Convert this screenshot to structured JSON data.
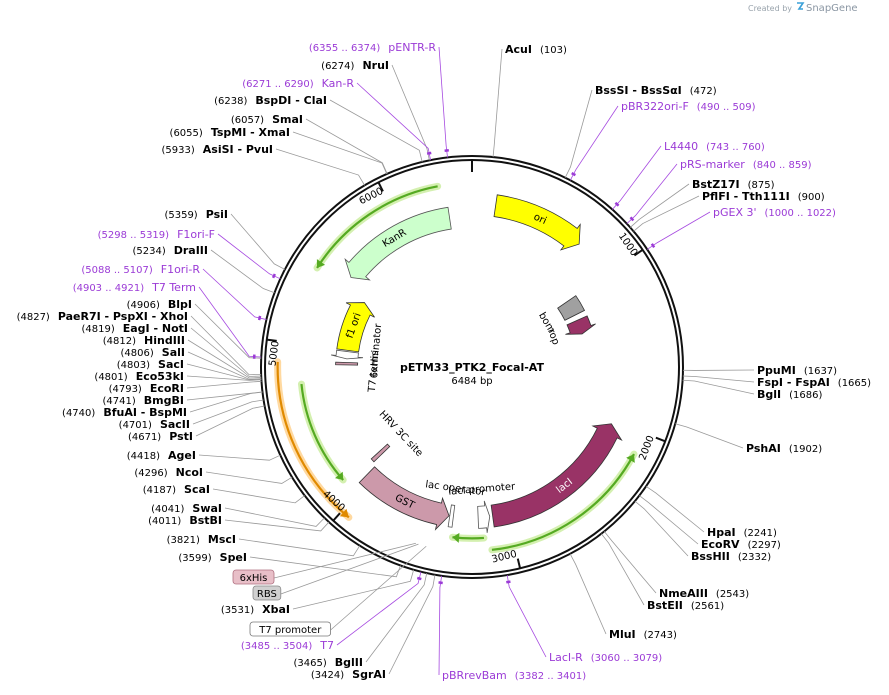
{
  "header": {
    "created_by": "Created by",
    "logo_text": "SnapGene"
  },
  "plasmid": {
    "name": "pETM33_PTK2_Focal-AT",
    "size_label": "6484 bp",
    "length": 6484
  },
  "ticks": [
    {
      "label": "1000",
      "pos": 1000
    },
    {
      "label": "2000",
      "pos": 2000
    },
    {
      "label": "3000",
      "pos": 3000
    },
    {
      "label": "4000",
      "pos": 4000
    },
    {
      "label": "5000",
      "pos": 5000
    },
    {
      "label": "6000",
      "pos": 6000
    }
  ],
  "features": [
    {
      "name": "ori",
      "color": "#ffff00",
      "text_color": "#000000",
      "start": 150,
      "end": 740,
      "ring": 0.78,
      "dir": 1,
      "outlined": false
    },
    {
      "name": "bom",
      "color": "#a0a0a0",
      "text_color": "#000000",
      "start": 1000,
      "end": 1140,
      "ring": 0.55,
      "dir": 0,
      "outlined": false
    },
    {
      "name": "rop",
      "color": "#993366",
      "text_color": "#000000",
      "start": 1190,
      "end": 1320,
      "ring": 0.55,
      "dir": 1,
      "outlined": false
    },
    {
      "name": "lacI",
      "color": "#993366",
      "text_color": "#ffffff",
      "start": 2020,
      "end": 3100,
      "ring": 0.72,
      "dir": -1,
      "outlined": false
    },
    {
      "name": "lacI promoter",
      "color": "#ffffff",
      "text_color": "#000000",
      "start": 3120,
      "end": 3200,
      "ring": 0.72,
      "dir": -1,
      "outlined": true
    },
    {
      "name": "lac operator",
      "color": "#ffffff",
      "text_color": "#000000",
      "start": 3370,
      "end": 3395,
      "ring": 0.72,
      "dir": 0,
      "outlined": true
    },
    {
      "name": "GST",
      "color": "#cc99aa",
      "text_color": "#000000",
      "start": 3400,
      "end": 4040,
      "ring": 0.72,
      "dir": -1,
      "outlined": false
    },
    {
      "name": "HRV 3C site",
      "color": "#cc99aa",
      "text_color": "#000000",
      "start": 4070,
      "end": 4100,
      "ring": 0.6,
      "dir": 0,
      "outlined": false
    },
    {
      "name": "6xHis",
      "color": "#cc99aa",
      "text_color": "#000000",
      "start": 4880,
      "end": 4900,
      "ring": 0.6,
      "dir": 0,
      "outlined": false
    },
    {
      "name": "T7 terminator",
      "color": "#ffffff",
      "text_color": "#000000",
      "start": 4930,
      "end": 4990,
      "ring": 0.6,
      "dir": -1,
      "outlined": true
    },
    {
      "name": "f1 ori",
      "color": "#ffff00",
      "text_color": "#000000",
      "start": 5000,
      "end": 5420,
      "ring": 0.6,
      "dir": 1,
      "outlined": false
    },
    {
      "name": "KanR",
      "color": "#ccffcc",
      "text_color": "#000000",
      "start": 5520,
      "end": 6330,
      "ring": 0.72,
      "dir": -1,
      "outlined": true
    }
  ],
  "orfs": [
    {
      "start": 5450,
      "end": 6290,
      "ring": 0.88,
      "dir": -1,
      "color": "#55aa22"
    },
    {
      "start": 2130,
      "end": 3130,
      "ring": 0.88,
      "dir": -1,
      "color": "#55aa22"
    },
    {
      "start": 3170,
      "end": 3360,
      "ring": 0.82,
      "dir": 1,
      "color": "#55aa22"
    },
    {
      "start": 4120,
      "end": 4760,
      "ring": 0.82,
      "dir": -1,
      "color": "#55aa22"
    },
    {
      "start": 3950,
      "end": 4890,
      "ring": 0.93,
      "dir": -1,
      "color": "#e08a00"
    }
  ],
  "enzymes_right": [
    {
      "name": "AcuI",
      "pos": "(103)",
      "site": 103
    },
    {
      "name": "BssSI  -  BssSαI",
      "pos": "(472)",
      "site": 472
    },
    {
      "name": "BstZ17I",
      "pos": "(875)",
      "site": 875
    },
    {
      "name": "PflFI  -  Tth111I",
      "pos": "(900)",
      "site": 900
    },
    {
      "name": "PpuMI",
      "pos": "(1637)",
      "site": 1637
    },
    {
      "name": "FspI  -  FspAI",
      "pos": "(1665)",
      "site": 1665
    },
    {
      "name": "BglI",
      "pos": "(1686)",
      "site": 1686
    },
    {
      "name": "PshAI",
      "pos": "(1902)",
      "site": 1902
    },
    {
      "name": "HpaI",
      "pos": "(2241)",
      "site": 2241
    },
    {
      "name": "EcoRV",
      "pos": "(2297)",
      "site": 2297
    },
    {
      "name": "BssHII",
      "pos": "(2332)",
      "site": 2332
    },
    {
      "name": "NmeAIII",
      "pos": "(2543)",
      "site": 2543
    },
    {
      "name": "BstEII",
      "pos": "(2561)",
      "site": 2561
    },
    {
      "name": "MluI",
      "pos": "(2743)",
      "site": 2743
    }
  ],
  "enzymes_left": [
    {
      "name": "NruI",
      "pos": "(6274)",
      "site": 6274
    },
    {
      "name": "BspDI  -  ClaI",
      "pos": "(6238)",
      "site": 6238
    },
    {
      "name": "SmaI",
      "pos": "(6057)",
      "site": 6057
    },
    {
      "name": "TspMI  -  XmaI",
      "pos": "(6055)",
      "site": 6055
    },
    {
      "name": "AsiSI  -  PvuI",
      "pos": "(5933)",
      "site": 5933
    },
    {
      "name": "PsiI",
      "pos": "(5359)",
      "site": 5359
    },
    {
      "name": "DraIII",
      "pos": "(5234)",
      "site": 5234
    },
    {
      "name": "BlpI",
      "pos": "(4906)",
      "site": 4906
    },
    {
      "name": "PaeR7I  -  PspXI  -  XhoI",
      "pos": "(4827)",
      "site": 4827
    },
    {
      "name": "EagI  -  NotI",
      "pos": "(4819)",
      "site": 4819
    },
    {
      "name": "HindIII",
      "pos": "(4812)",
      "site": 4812
    },
    {
      "name": "SalI",
      "pos": "(4806)",
      "site": 4806
    },
    {
      "name": "SacI",
      "pos": "(4803)",
      "site": 4803
    },
    {
      "name": "Eco53kI",
      "pos": "(4801)",
      "site": 4801
    },
    {
      "name": "EcoRI",
      "pos": "(4793)",
      "site": 4793
    },
    {
      "name": "BmgBI",
      "pos": "(4741)",
      "site": 4741
    },
    {
      "name": "BfuAI  -  BspMI",
      "pos": "(4740)",
      "site": 4740
    },
    {
      "name": "SacII",
      "pos": "(4701)",
      "site": 4701
    },
    {
      "name": "PstI",
      "pos": "(4671)",
      "site": 4671
    },
    {
      "name": "AgeI",
      "pos": "(4418)",
      "site": 4418
    },
    {
      "name": "NcoI",
      "pos": "(4296)",
      "site": 4296
    },
    {
      "name": "ScaI",
      "pos": "(4187)",
      "site": 4187
    },
    {
      "name": "SwaI",
      "pos": "(4041)",
      "site": 4041
    },
    {
      "name": "BstBI",
      "pos": "(4011)",
      "site": 4011
    },
    {
      "name": "MscI",
      "pos": "(3821)",
      "site": 3821
    },
    {
      "name": "SpeI",
      "pos": "(3599)",
      "site": 3599
    },
    {
      "name": "XbaI",
      "pos": "(3531)",
      "site": 3531
    },
    {
      "name": "BglII",
      "pos": "(3465)",
      "site": 3465
    },
    {
      "name": "SgrAI",
      "pos": "(3424)",
      "site": 3424
    }
  ],
  "primers_right": [
    {
      "name": "pBR322ori-F",
      "pos": "(490 .. 509)",
      "site": 500
    },
    {
      "name": "L4440",
      "pos": "(743 .. 760)",
      "site": 751
    },
    {
      "name": "pRS-marker",
      "pos": "(840 .. 859)",
      "site": 850
    },
    {
      "name": "pGEX 3'",
      "pos": "(1000 .. 1022)",
      "site": 1011
    }
  ],
  "primers_left": [
    {
      "name": "pENTR-R",
      "pos": "(6355 .. 6374)",
      "site": 6364
    },
    {
      "name": "Kan-R",
      "pos": "(6271 .. 6290)",
      "site": 6280
    },
    {
      "name": "F1ori-F",
      "pos": "(5298 .. 5319)",
      "site": 5308
    },
    {
      "name": "F1ori-R",
      "pos": "(5088 .. 5107)",
      "site": 5097
    },
    {
      "name": "T7 Term",
      "pos": "(4903 .. 4921)",
      "site": 4912
    },
    {
      "name": "T7",
      "pos": "(3485 .. 3504)",
      "site": 3494
    }
  ],
  "primers_bottom": [
    {
      "name": "pBRrevBam",
      "pos": "(3382 .. 3401)",
      "site": 3391
    },
    {
      "name": "LacI-R",
      "pos": "(3060 .. 3079)",
      "site": 3069
    }
  ],
  "boxed_labels": [
    {
      "name": "6xHis",
      "fill": "#e8bfc8",
      "stroke": "#b07080",
      "site": 3560
    },
    {
      "name": "RBS",
      "fill": "#d0d0d0",
      "stroke": "#888888",
      "site": 3545
    },
    {
      "name": "T7 promoter",
      "fill": "#ffffff",
      "stroke": "#777777",
      "site": 3500
    }
  ]
}
